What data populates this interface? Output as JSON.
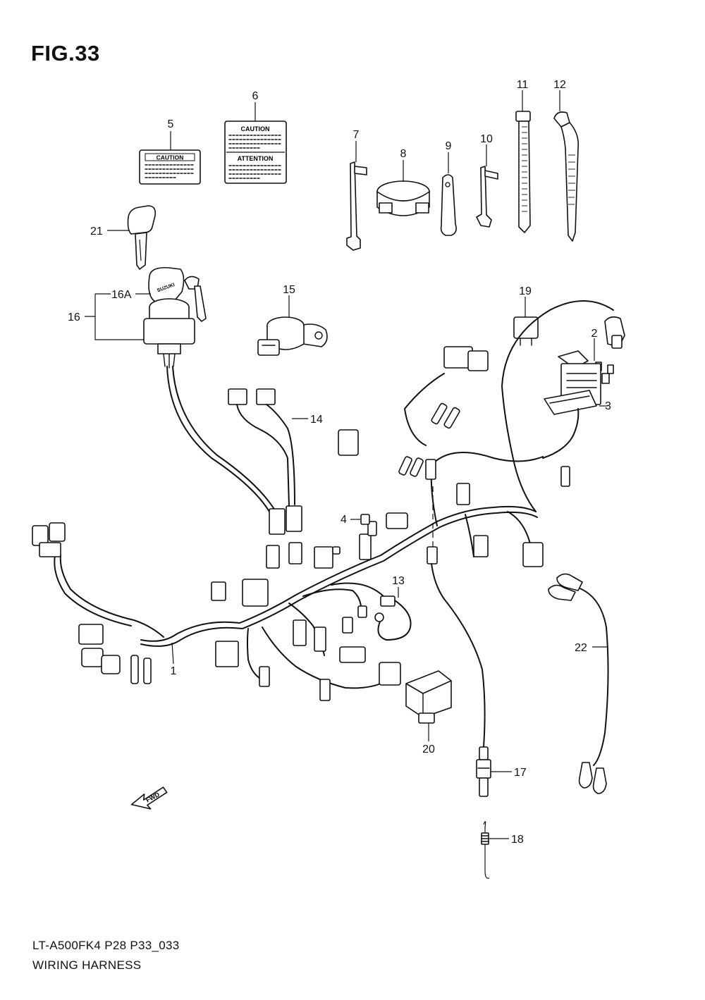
{
  "header": {
    "figure_label": "FIG.33"
  },
  "footer": {
    "code": "LT-A500FK4 P28 P33_033",
    "title": "WIRING HARNESS"
  },
  "labels": {
    "caution": "CAUTION",
    "attention": "ATTENTION",
    "fwd": "FWD",
    "key_brand": "SUZUKI"
  },
  "callouts": {
    "c1": "1",
    "c2": "2",
    "c3": "3",
    "c4": "4",
    "c5": "5",
    "c6": "6",
    "c7": "7",
    "c8": "8",
    "c9": "9",
    "c10": "10",
    "c11": "11",
    "c12": "12",
    "c13": "13",
    "c14": "14",
    "c15": "15",
    "c16": "16",
    "c16a": "16A",
    "c17": "17",
    "c18": "18",
    "c19": "19",
    "c20": "20",
    "c21": "21",
    "c22": "22"
  }
}
